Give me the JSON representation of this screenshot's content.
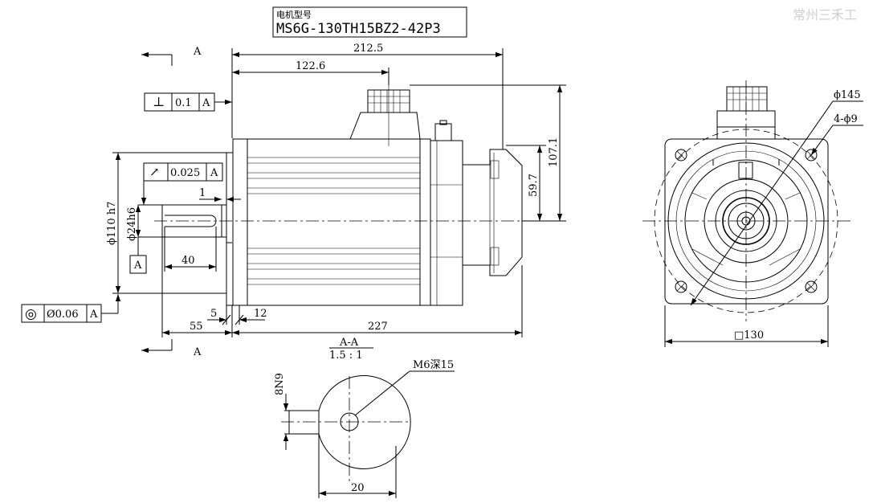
{
  "watermark": "常州三禾工",
  "title_block": {
    "caption": "电机型号",
    "model": "MS6G-130TH15BZ2-42P3"
  },
  "side_view": {
    "section_label_top": "A",
    "section_label_bottom": "A",
    "dims": {
      "overall_length": "212.5",
      "flange_to_connector": "122.6",
      "height_top": "107.1",
      "height_connector": "59.7",
      "pilot_diameter": "ϕ110 h7",
      "shaft_diameter": "ϕ24h6",
      "shaft_key_length": "40",
      "shaft_length": "55",
      "flange_thickness": "5",
      "flange_step": "12",
      "body_length": "227",
      "shaft_step": "1"
    },
    "tolerances": {
      "perpendicularity": {
        "symbol": "⊥",
        "value": "0.1",
        "datum": "A"
      },
      "runout": {
        "symbol": "↗",
        "value": "0.025",
        "datum": "A"
      },
      "concentricity": {
        "symbol": "◎",
        "value": "Ø0.06",
        "datum": "A"
      }
    },
    "datum_label": "A"
  },
  "front_view": {
    "dims": {
      "bolt_circle": "ϕ145",
      "holes": "4-ϕ9",
      "flange_square": "□130"
    }
  },
  "section_view": {
    "title": "A-A",
    "scale": "1.5 : 1",
    "tap": "M6深15",
    "key_height": "8N9",
    "shaft_dim": "20"
  }
}
